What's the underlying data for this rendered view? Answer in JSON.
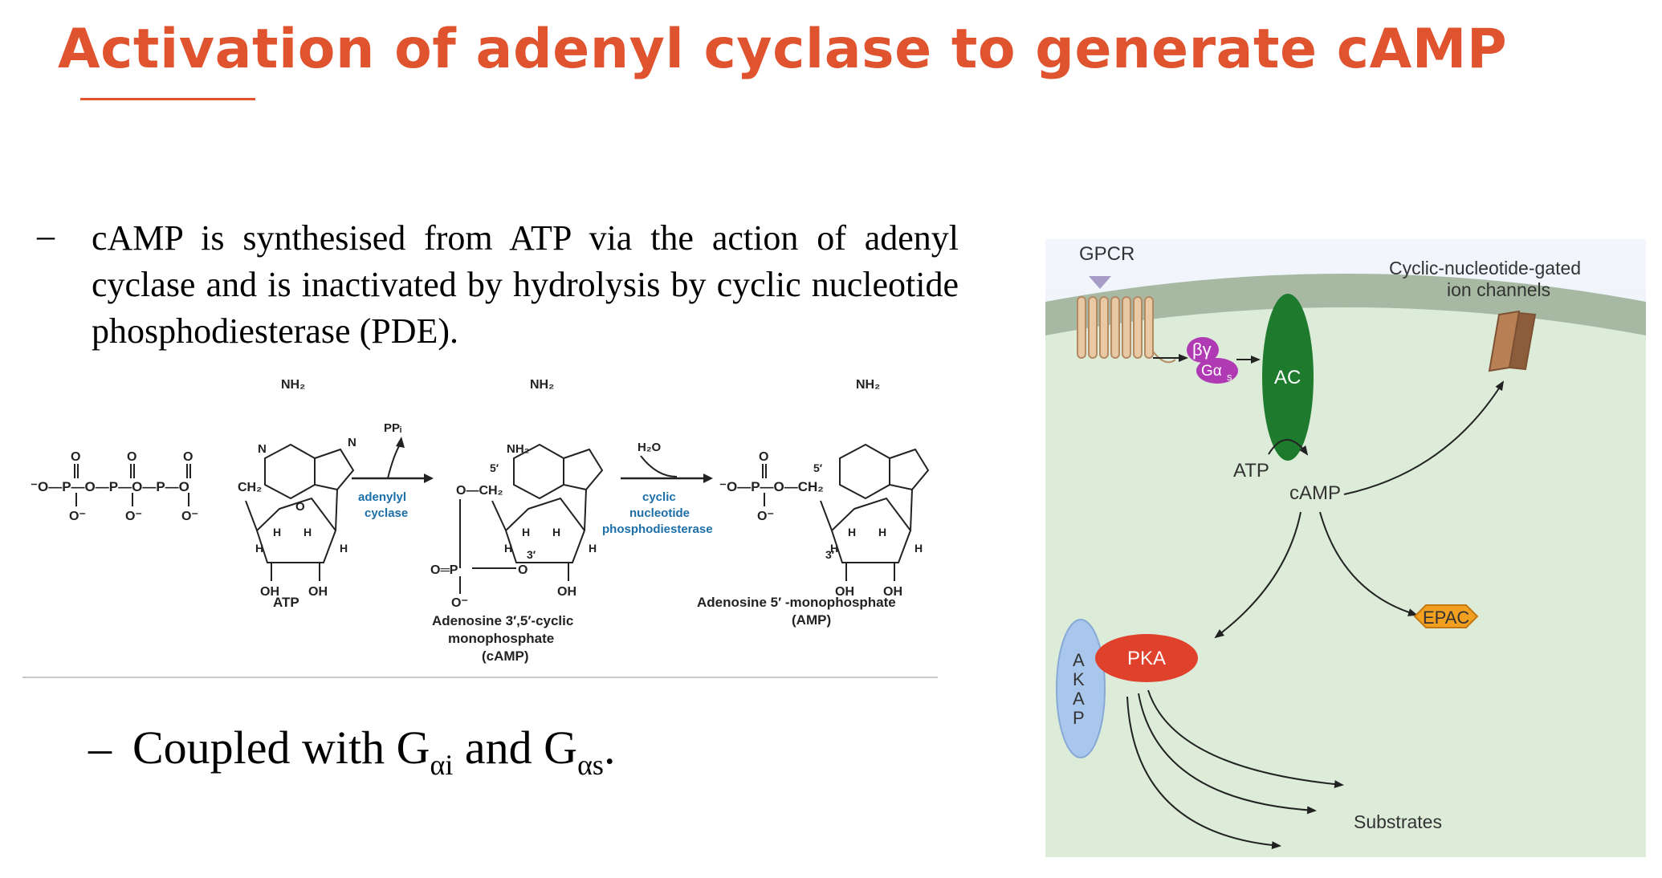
{
  "slide": {
    "title": "Activation of adenyl cyclase to generate cAMP",
    "bullets": [
      {
        "marker": "–",
        "text": "cAMP is synthesised from ATP via the action of adenyl cyclase and is inactivated by hydrolysis by cyclic nucleotide phosphodiesterase (PDE)."
      },
      {
        "marker": "–",
        "prefix": "Coupled with G",
        "sub1": "αi",
        "middle": " and G",
        "sub2": "αs",
        "suffix": "."
      }
    ]
  },
  "reaction": {
    "molecules": {
      "atp": {
        "name": "ATP",
        "nh2": "NH₂",
        "ring_n": "N",
        "oh": "OH",
        "h": "H",
        "o_ring": "O",
        "ch2": "CH₂",
        "phosphate_chain": "⁻O—P—O—P—O—P—O",
        "p_o_top": "O",
        "p_o_bottom": "O⁻"
      },
      "camp": {
        "name_line1": "Adenosine 3′,5′-cyclic",
        "name_line2": "monophosphate",
        "name_line3": "(cAMP)",
        "nh2": "NH₂",
        "prime5": "5′",
        "prime3": "3′",
        "ch2": "O—CH₂",
        "op": "O═P",
        "o_minus": "O⁻",
        "oh": "OH",
        "h": "H",
        "o_link": "O"
      },
      "amp": {
        "name_line1": "Adenosine 5′ -monophosphate",
        "name_line2": "(AMP)",
        "nh2": "NH₂",
        "phosphate": "⁻O—P—O—CH₂",
        "prime5": "5′",
        "prime3": "3′",
        "oh": "OH",
        "h": "H"
      }
    },
    "step1": {
      "byproduct": "PPᵢ",
      "enzyme_line1": "adenylyl",
      "enzyme_line2": "cyclase"
    },
    "step2": {
      "reagent": "H₂O",
      "enzyme_line1": "cyclic",
      "enzyme_line2": "nucleotide",
      "enzyme_line3": "phosphodiesterase"
    }
  },
  "signaling": {
    "gpcr": "GPCR",
    "beta_gamma": "βγ",
    "g_alpha": "Gα",
    "g_alpha_sub": "s",
    "ac": "AC",
    "atp": "ATP",
    "camp": "cAMP",
    "channels_line1": "Cyclic-nucleotide-gated",
    "channels_line2": "ion channels",
    "pka": "PKA",
    "akap": [
      "A",
      "K",
      "A",
      "P"
    ],
    "epac": "EPAC",
    "substrates": "Substrates"
  },
  "colors": {
    "title": "#e0532f",
    "ac": "#1e7a2c",
    "pka": "#e0412c",
    "epac": "#f3a020",
    "akap": "#a9c6ec",
    "g_protein": "#b03ab3",
    "cytoplasm": "#dcecd9",
    "membrane": "#a7b9a3",
    "extracellular": "#e7eef8",
    "enzyme_text": "#1c6fa8"
  }
}
